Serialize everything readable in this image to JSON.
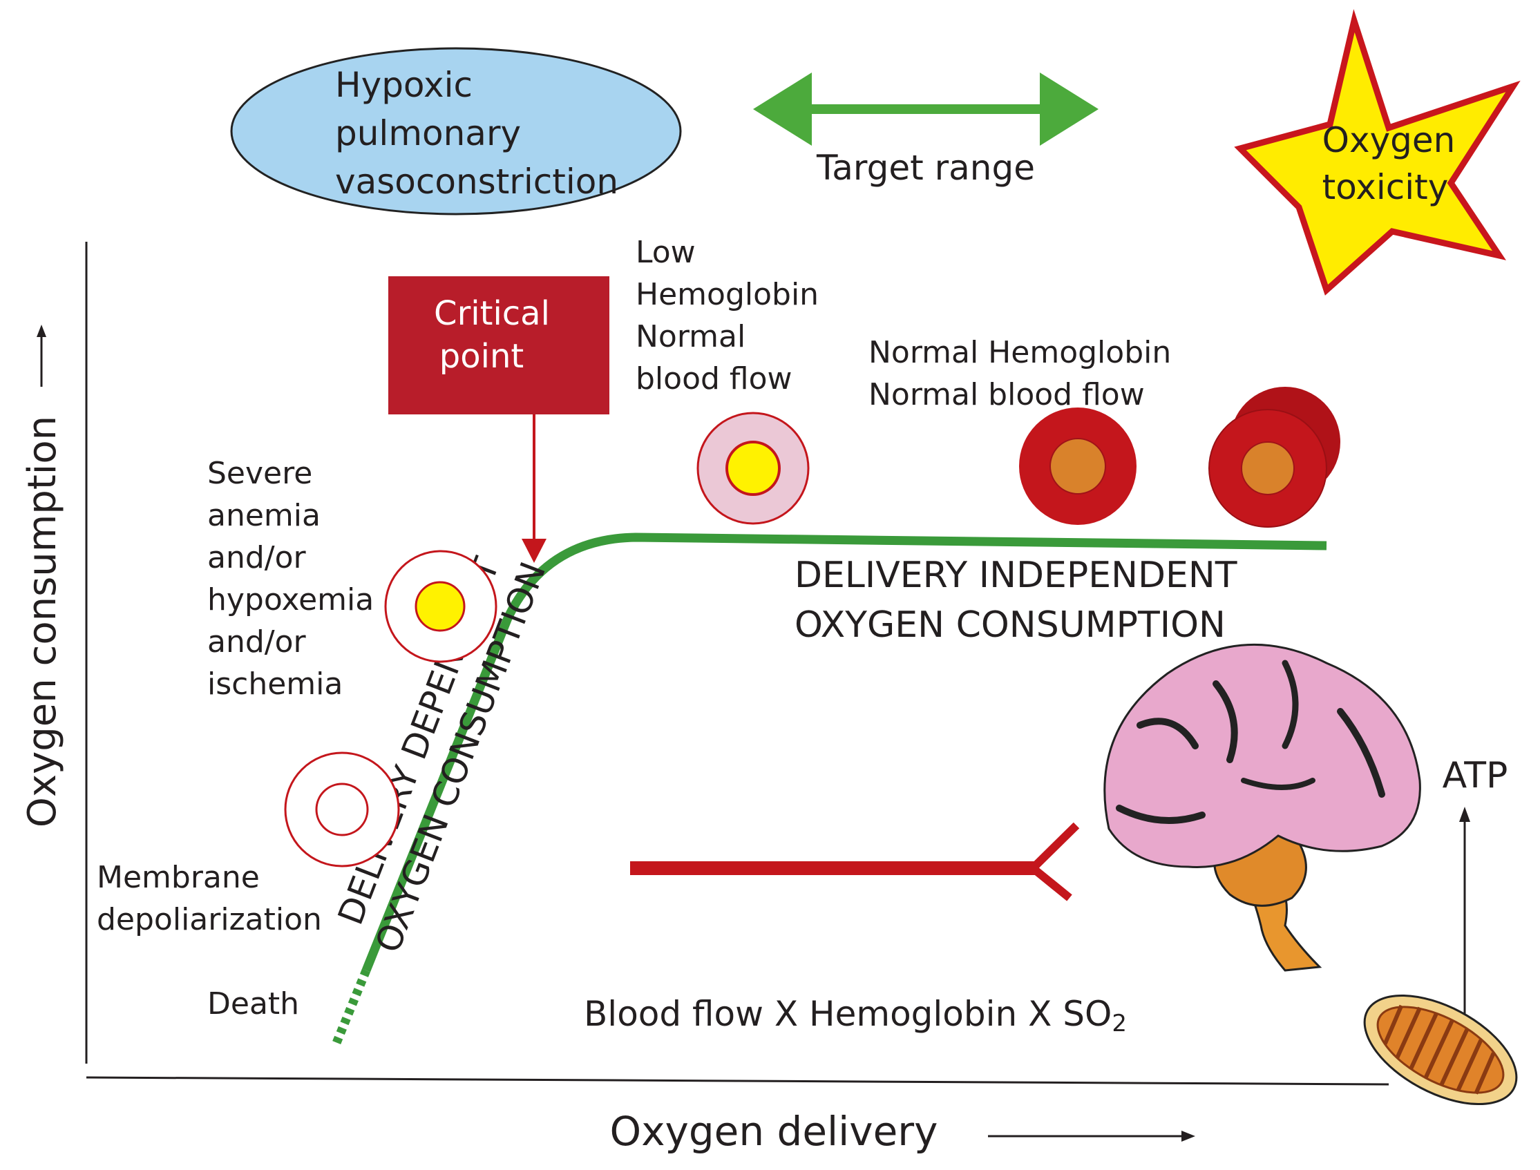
{
  "colors": {
    "curve": "#3a9a3a",
    "critical_box": "#b81d2a",
    "cell_red": "#c4161c",
    "cell_core": "#d9822b",
    "yellow": "#fff200",
    "ellipse_fill": "#a8d4f0",
    "star_fill": "#ffec00",
    "star_stroke": "#c8161d",
    "arrow_green": "#4caa3c",
    "inhibit_red": "#c4161c"
  },
  "top": {
    "hpv_label": [
      "Hypoxic",
      "pulmonary",
      "vasoconstriction"
    ],
    "target_label": "Target range",
    "toxicity_label": [
      "Oxygen",
      "toxicity"
    ]
  },
  "critical_label": [
    "Critical",
    "point"
  ],
  "labels": {
    "low_hb": [
      "Low",
      "Hemoglobin",
      "Normal",
      "blood flow"
    ],
    "normal_hb": [
      "Normal Hemoglobin",
      "Normal blood flow"
    ],
    "severe": [
      "Severe",
      "anemia",
      "and/or",
      "hypoxemia",
      "and/or",
      "ischemia"
    ],
    "membrane": [
      "Membrane",
      "depoliarization"
    ],
    "death": "Death",
    "independent": [
      "DELIVERY INDEPENDENT",
      "OXYGEN CONSUMPTION"
    ],
    "dependent": [
      "DELIVERY DEPENDENT",
      "OXYGEN CONSUMPTION"
    ],
    "formula": "Blood flow X Hemoglobin X SO",
    "formula_sub": "2",
    "atp": "ATP"
  },
  "axes": {
    "ylabel": "Oxygen consumption",
    "xlabel": "Oxygen delivery"
  },
  "icons": {
    "brain": "brain-icon",
    "mitochondrion": "mitochondrion-icon",
    "star": "star-icon"
  }
}
